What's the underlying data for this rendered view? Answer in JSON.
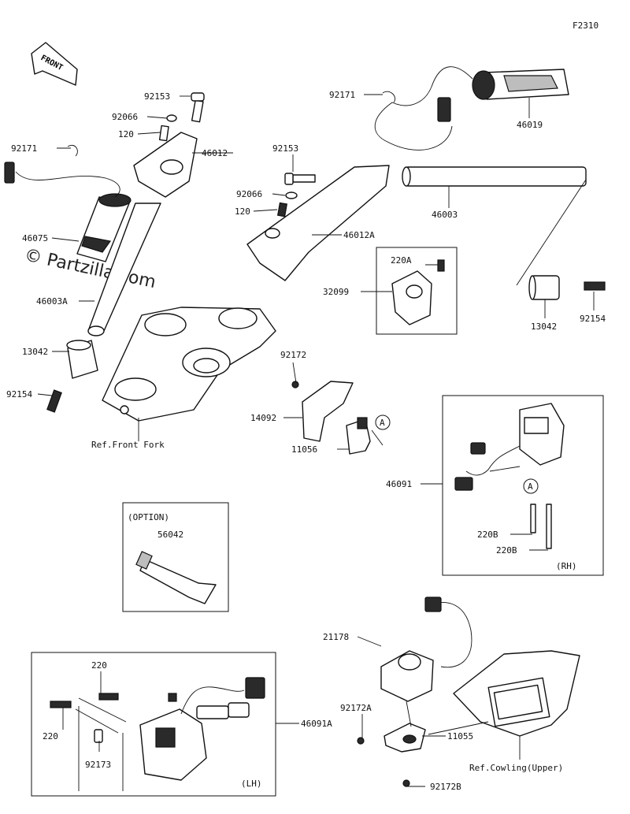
{
  "figure_code": "F2310",
  "front_arrow": "FRONT",
  "watermark": "© Partzilla.com",
  "labels": {
    "p92153_top": "92153",
    "p92066_top": "92066",
    "p120_top": "120",
    "p46012": "46012",
    "p92171_left": "92171",
    "p46075": "46075",
    "p46003A": "46003A",
    "p13042_left": "13042",
    "p92154_left": "92154",
    "ref_front_fork": "Ref.Front Fork",
    "p92171_right": "92171",
    "p46019": "46019",
    "p92153_mid": "92153",
    "p92066_mid": "92066",
    "p120_mid": "120",
    "p46012A": "46012A",
    "p46003": "46003",
    "p220A": "220A",
    "p32099": "32099",
    "p13042_right": "13042",
    "p92154_right": "92154",
    "p92172": "92172",
    "p14092": "14092",
    "p11056": "11056",
    "callout_a1": "A",
    "p46091": "46091",
    "callout_a2": "A",
    "p220B_1": "220B",
    "p220B_2": "220B",
    "rh": "(RH)",
    "option": "(OPTION)",
    "p56042": "56042",
    "p21178": "21178",
    "p92172A": "92172A",
    "p11055": "11055",
    "p92172B": "92172B",
    "ref_cowling": "Ref.Cowling(Upper)",
    "p220_a": "220",
    "p220_b": "220",
    "p92173": "92173",
    "p46091A": "46091A",
    "lh": "(LH)"
  }
}
